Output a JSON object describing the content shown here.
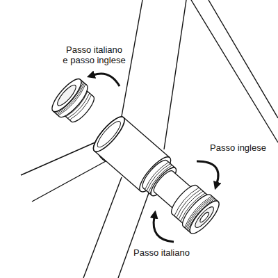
{
  "diagram": {
    "labels": [
      "Passo italiano e passo inglese",
      "Passo inglese",
      "Passo italiano"
    ]
  }
}
